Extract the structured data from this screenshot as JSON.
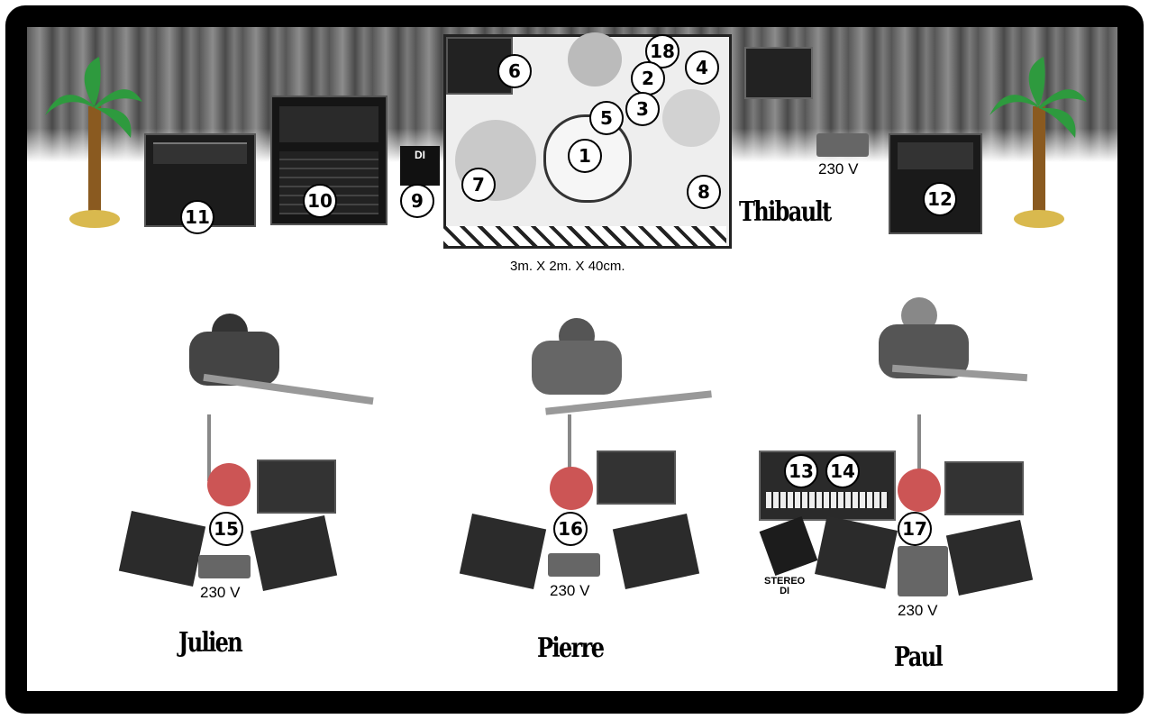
{
  "drum_riser": {
    "size_label": "3m. X 2m. X 40cm."
  },
  "power": {
    "label": "230 V"
  },
  "musicians": {
    "drummer": "Thibault",
    "left": "Julien",
    "center": "Pierre",
    "right": "Paul"
  },
  "di_box_label": "DI",
  "stereo_di_label": "STEREO\nDI",
  "numbers": {
    "n1": "1",
    "n2": "2",
    "n3": "3",
    "n4": "4",
    "n5": "5",
    "n6": "6",
    "n7": "7",
    "n8": "8",
    "n9": "9",
    "n10": "10",
    "n11": "11",
    "n12": "12",
    "n13": "13",
    "n14": "14",
    "n15": "15",
    "n16": "16",
    "n17": "17",
    "n18": "18"
  }
}
